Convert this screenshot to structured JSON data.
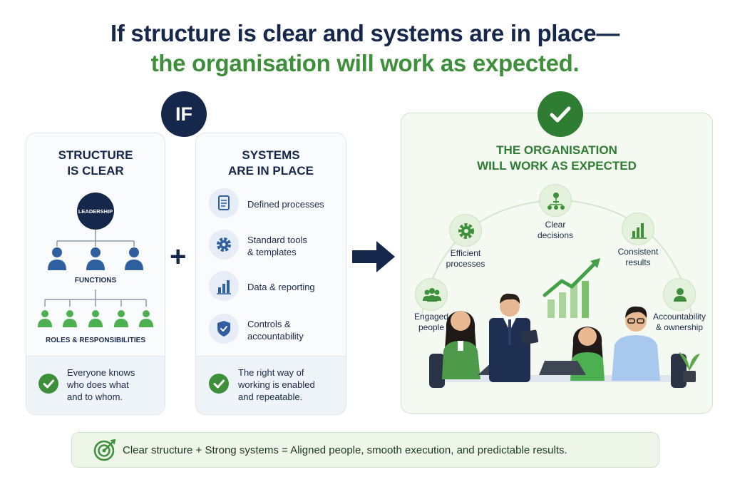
{
  "header": {
    "line1": "If structure is clear and systems are in place—",
    "line2": "the organisation will work as expected."
  },
  "if_badge": "IF",
  "structure_card": {
    "title_line1": "STRUCTURE",
    "title_line2": "IS CLEAR",
    "leadership": "LEADERSHIP",
    "functions": "FUNCTIONS",
    "roles": "ROLES & RESPONSIBILITIES",
    "footer_line1": "Everyone knows",
    "footer_line2": "who does what",
    "footer_line3": "and to whom."
  },
  "systems_card": {
    "title_line1": "SYSTEMS",
    "title_line2": "ARE IN PLACE",
    "items": [
      {
        "line1": "Defined processes",
        "line2": "",
        "icon": "document-icon"
      },
      {
        "line1": "Standard tools",
        "line2": "& templates",
        "icon": "gear-icon"
      },
      {
        "line1": "Data & reporting",
        "line2": "",
        "icon": "bar-chart-icon"
      },
      {
        "line1": "Controls &",
        "line2": "accountability",
        "icon": "shield-check-icon"
      }
    ],
    "footer_line1": "The right way of",
    "footer_line2": "working is enabled",
    "footer_line3": "and repeatable."
  },
  "outcome_card": {
    "title_line1": "THE ORGANISATION",
    "title_line2": "WILL WORK AS EXPECTED",
    "benefits": [
      {
        "line1": "Clear",
        "line2": "decisions",
        "icon": "hierarchy-icon"
      },
      {
        "line1": "Efficient",
        "line2": "processes",
        "icon": "gear-icon"
      },
      {
        "line1": "Consistent",
        "line2": "results",
        "icon": "bar-chart-icon"
      },
      {
        "line1": "Engaged",
        "line2": "people",
        "icon": "people-icon"
      },
      {
        "line1": "Accountability",
        "line2": "& ownership",
        "icon": "person-icon"
      }
    ]
  },
  "summary": "Clear structure + Strong systems = Aligned people, smooth execution, and predictable results.",
  "colors": {
    "navy": "#15274a",
    "green": "#3d8f3a",
    "dark_green": "#2e7d32",
    "blue_person": "#2f5f9e",
    "green_person": "#4caf50"
  }
}
